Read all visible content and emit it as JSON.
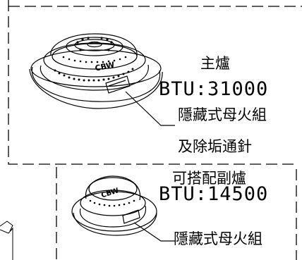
{
  "main_burner": {
    "title": "主爐",
    "btu": "BTU:31000",
    "concealed_flame": "隱藏式母火組",
    "accessory": "及除垢通針",
    "cap_logo": "CBW"
  },
  "side_burner": {
    "title": "可搭配副爐",
    "btu": "BTU:14500",
    "concealed_flame": "隱藏式母火組",
    "cap_logo": "CBW"
  }
}
